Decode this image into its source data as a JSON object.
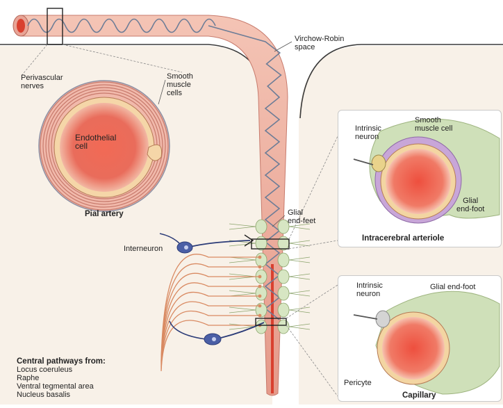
{
  "labels": {
    "virchow_robin": [
      "Virchow-Robin",
      "space"
    ],
    "perivascular_nerves": [
      "Perivascular",
      "nerves"
    ],
    "smooth_muscle_cells": [
      "Smooth",
      "muscle",
      "cells"
    ],
    "endothelial_cell": [
      "Endothelial",
      "cell"
    ],
    "pial_artery": "Pial artery",
    "glial_end_feet": [
      "Glial",
      "end-feet"
    ],
    "interneuron": "Interneuron",
    "intrinsic_neuron_1": [
      "Intrinsic",
      "neuron"
    ],
    "smooth_muscle_cell": [
      "Smooth",
      "muscle cell"
    ],
    "glial_end_foot_1": [
      "Glial",
      "end-foot"
    ],
    "intracerebral_arteriole": "Intracerebral arteriole",
    "intrinsic_neuron_2": [
      "Intrinsic",
      "neuron"
    ],
    "glial_end_foot_2": "Glial end-foot",
    "pericyte": "Pericyte",
    "capillary": "Capillary",
    "central_pathways_title": "Central pathways from:",
    "central_pathways": [
      "Locus coeruleus",
      "Raphe",
      "Ventral tegmental area",
      "Nucleus basalis"
    ]
  },
  "colors": {
    "vessel": "#e8a496",
    "vessel_dark": "#c77a6c",
    "lumen": "#e4503f",
    "glia": "#cfe0b9",
    "neuron": "#4b5fa6",
    "axon": "#d98a62"
  }
}
